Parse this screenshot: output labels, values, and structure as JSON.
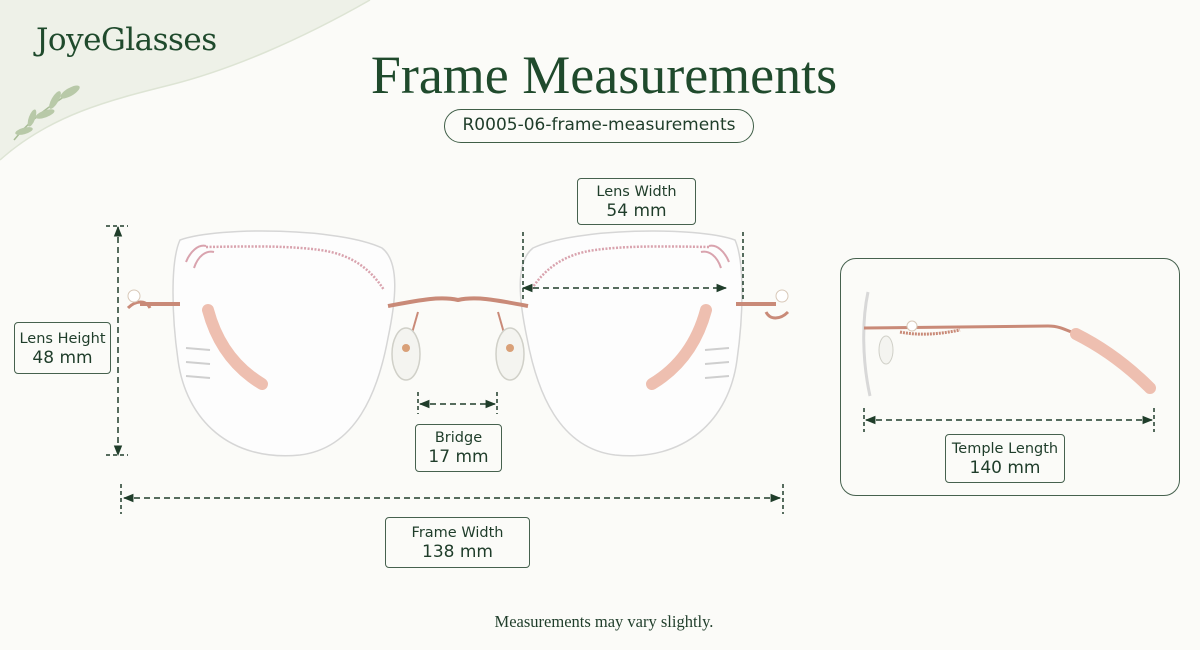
{
  "brand": "JoyeGlasses",
  "title": "Frame Measurements",
  "sku": "R0005-06-frame-measurements",
  "measurements": {
    "lens_width": {
      "label": "Lens Width",
      "value": "54 mm"
    },
    "lens_height": {
      "label": "Lens Height",
      "value": "48 mm"
    },
    "bridge": {
      "label": "Bridge",
      "value": "17 mm"
    },
    "frame_width": {
      "label": "Frame Width",
      "value": "138 mm"
    },
    "temple_length": {
      "label": "Temple Length",
      "value": "140 mm"
    }
  },
  "footnote": "Measurements may vary slightly.",
  "colors": {
    "brand_green": "#1f4a2c",
    "frame_rose_gold": "#c98a78",
    "temple_tip_pink": "#eebfb0",
    "accent_pink": "#d9a3ae"
  }
}
